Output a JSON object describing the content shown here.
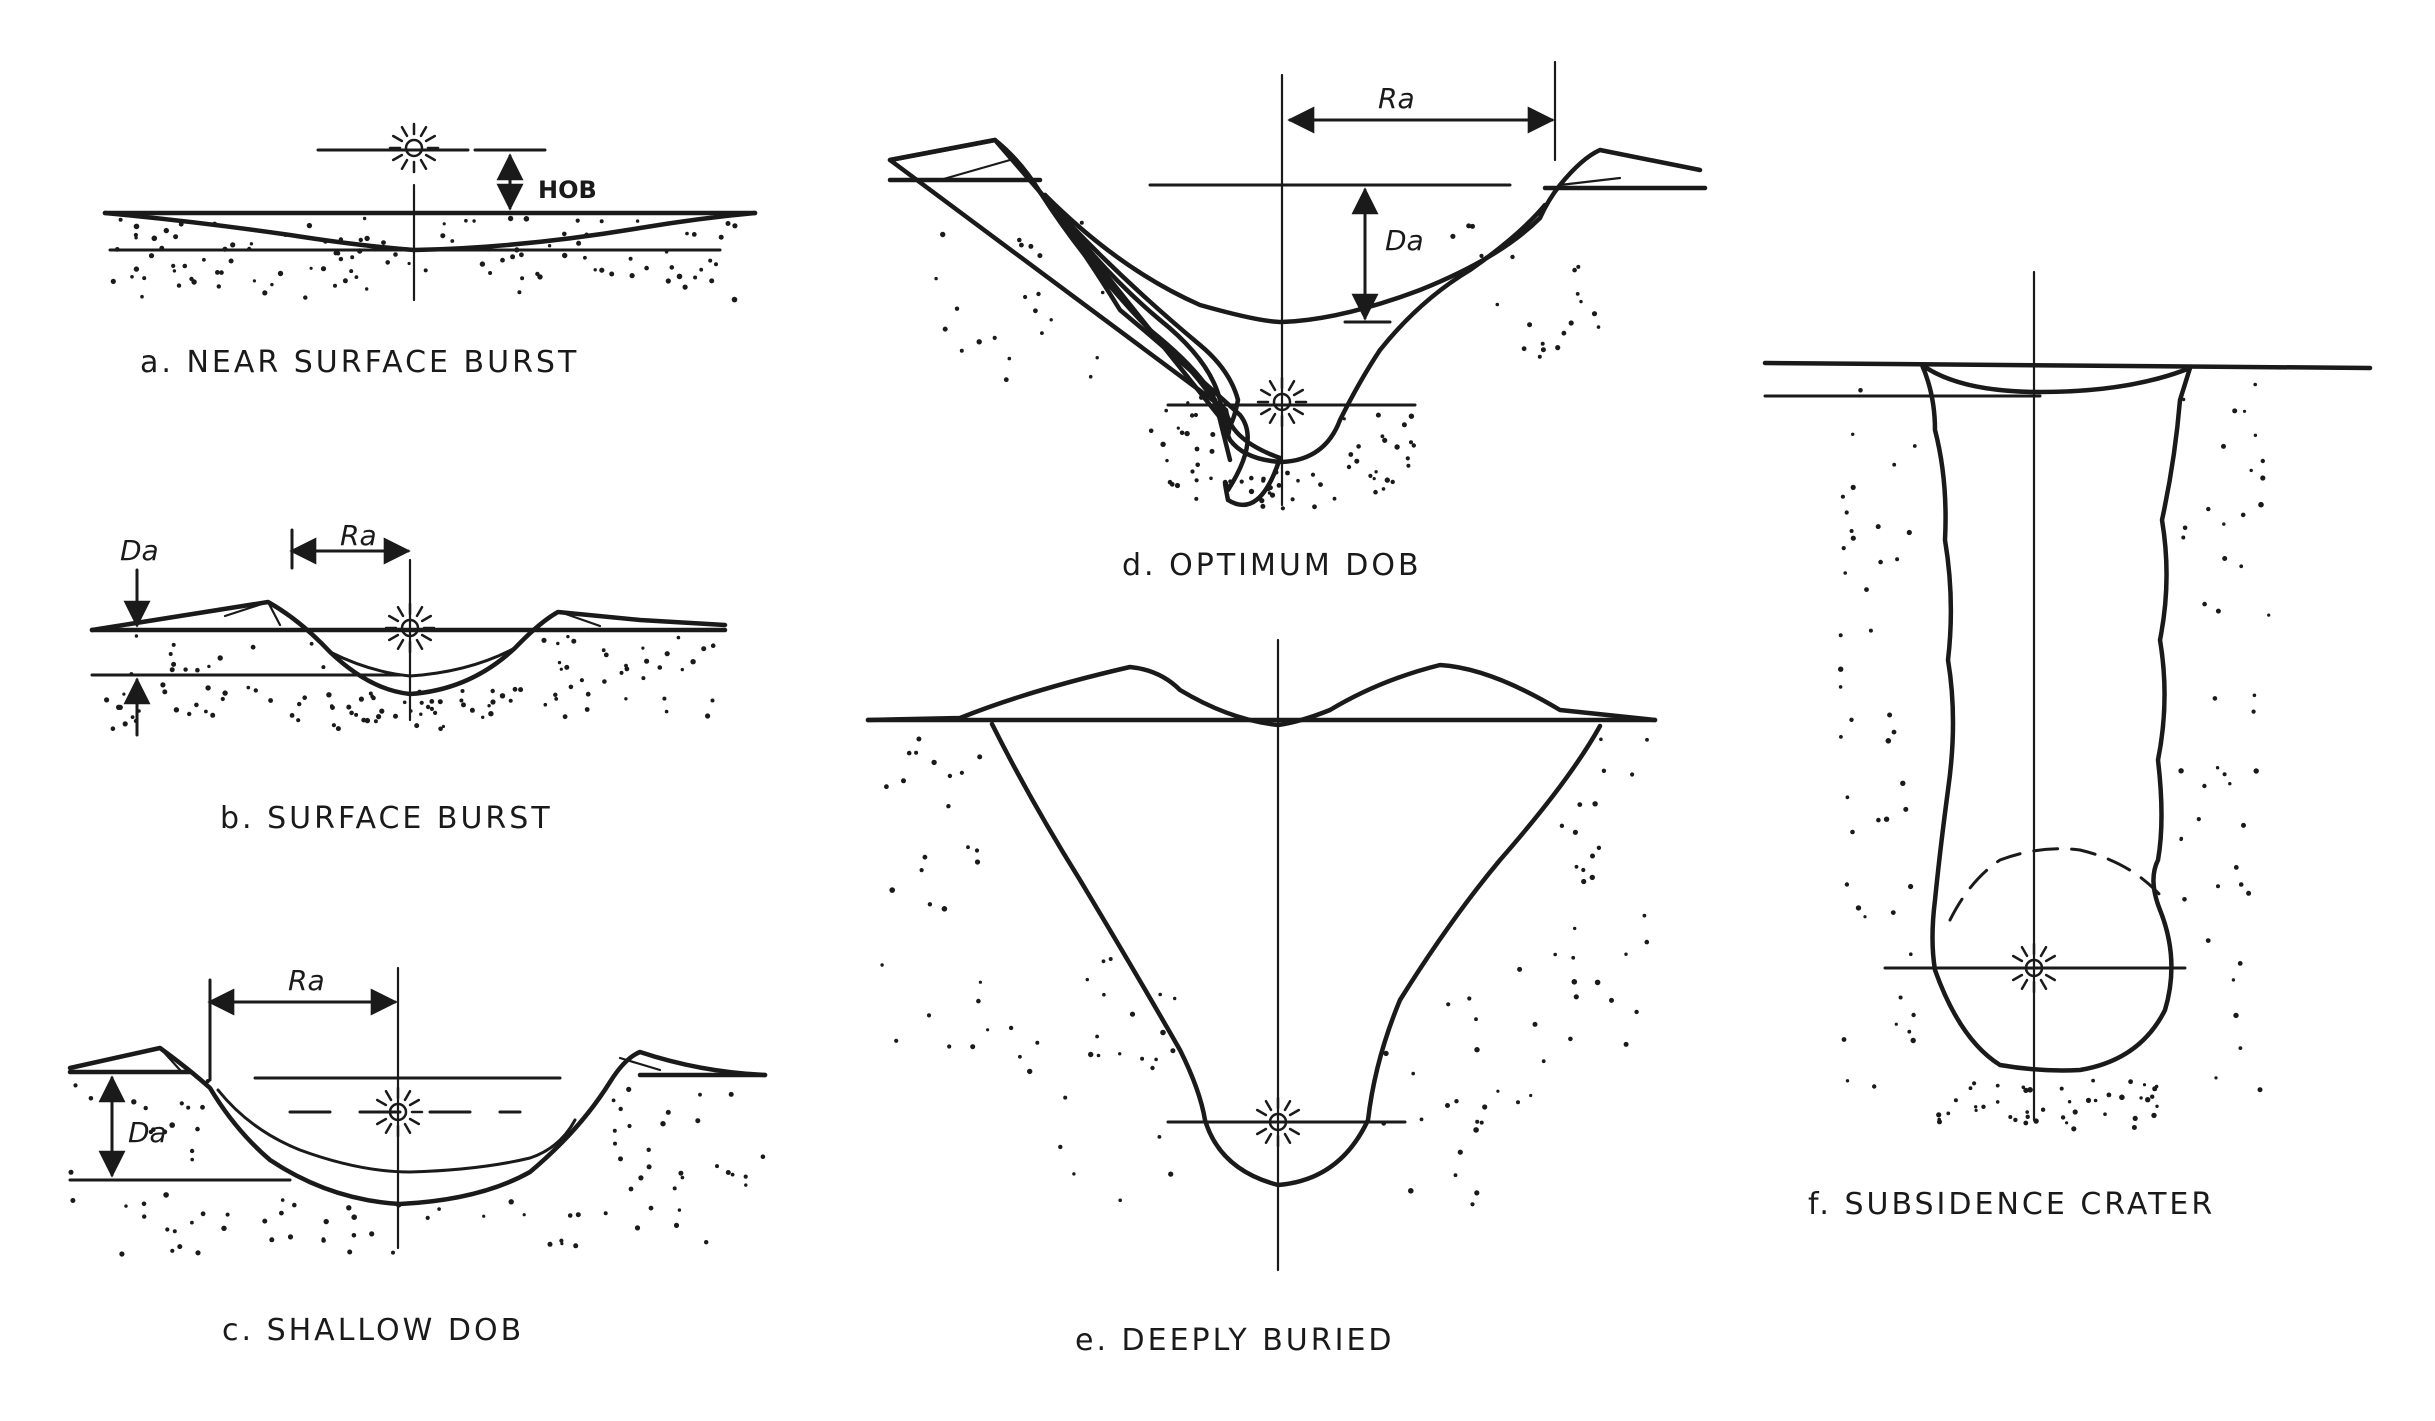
{
  "panels": {
    "a": {
      "caption": "a. NEAR SURFACE BURST",
      "label_hob": "HOB"
    },
    "b": {
      "caption": "b. SURFACE BURST",
      "label_da": "Da",
      "label_ra": "Ra"
    },
    "c": {
      "caption": "c. SHALLOW DOB",
      "label_da": "Da",
      "label_ra": "Ra"
    },
    "d": {
      "caption": "d. OPTIMUM DOB",
      "label_da": "Da",
      "label_ra": "Ra"
    },
    "e": {
      "caption": "e. DEEPLY BURIED"
    },
    "f": {
      "caption": "f. SUBSIDENCE CRATER"
    }
  },
  "colors": {
    "ink": "#1a1a1a",
    "background": "#ffffff"
  },
  "icons": {
    "burst": "burst-icon",
    "arrow": "arrow-icon"
  }
}
